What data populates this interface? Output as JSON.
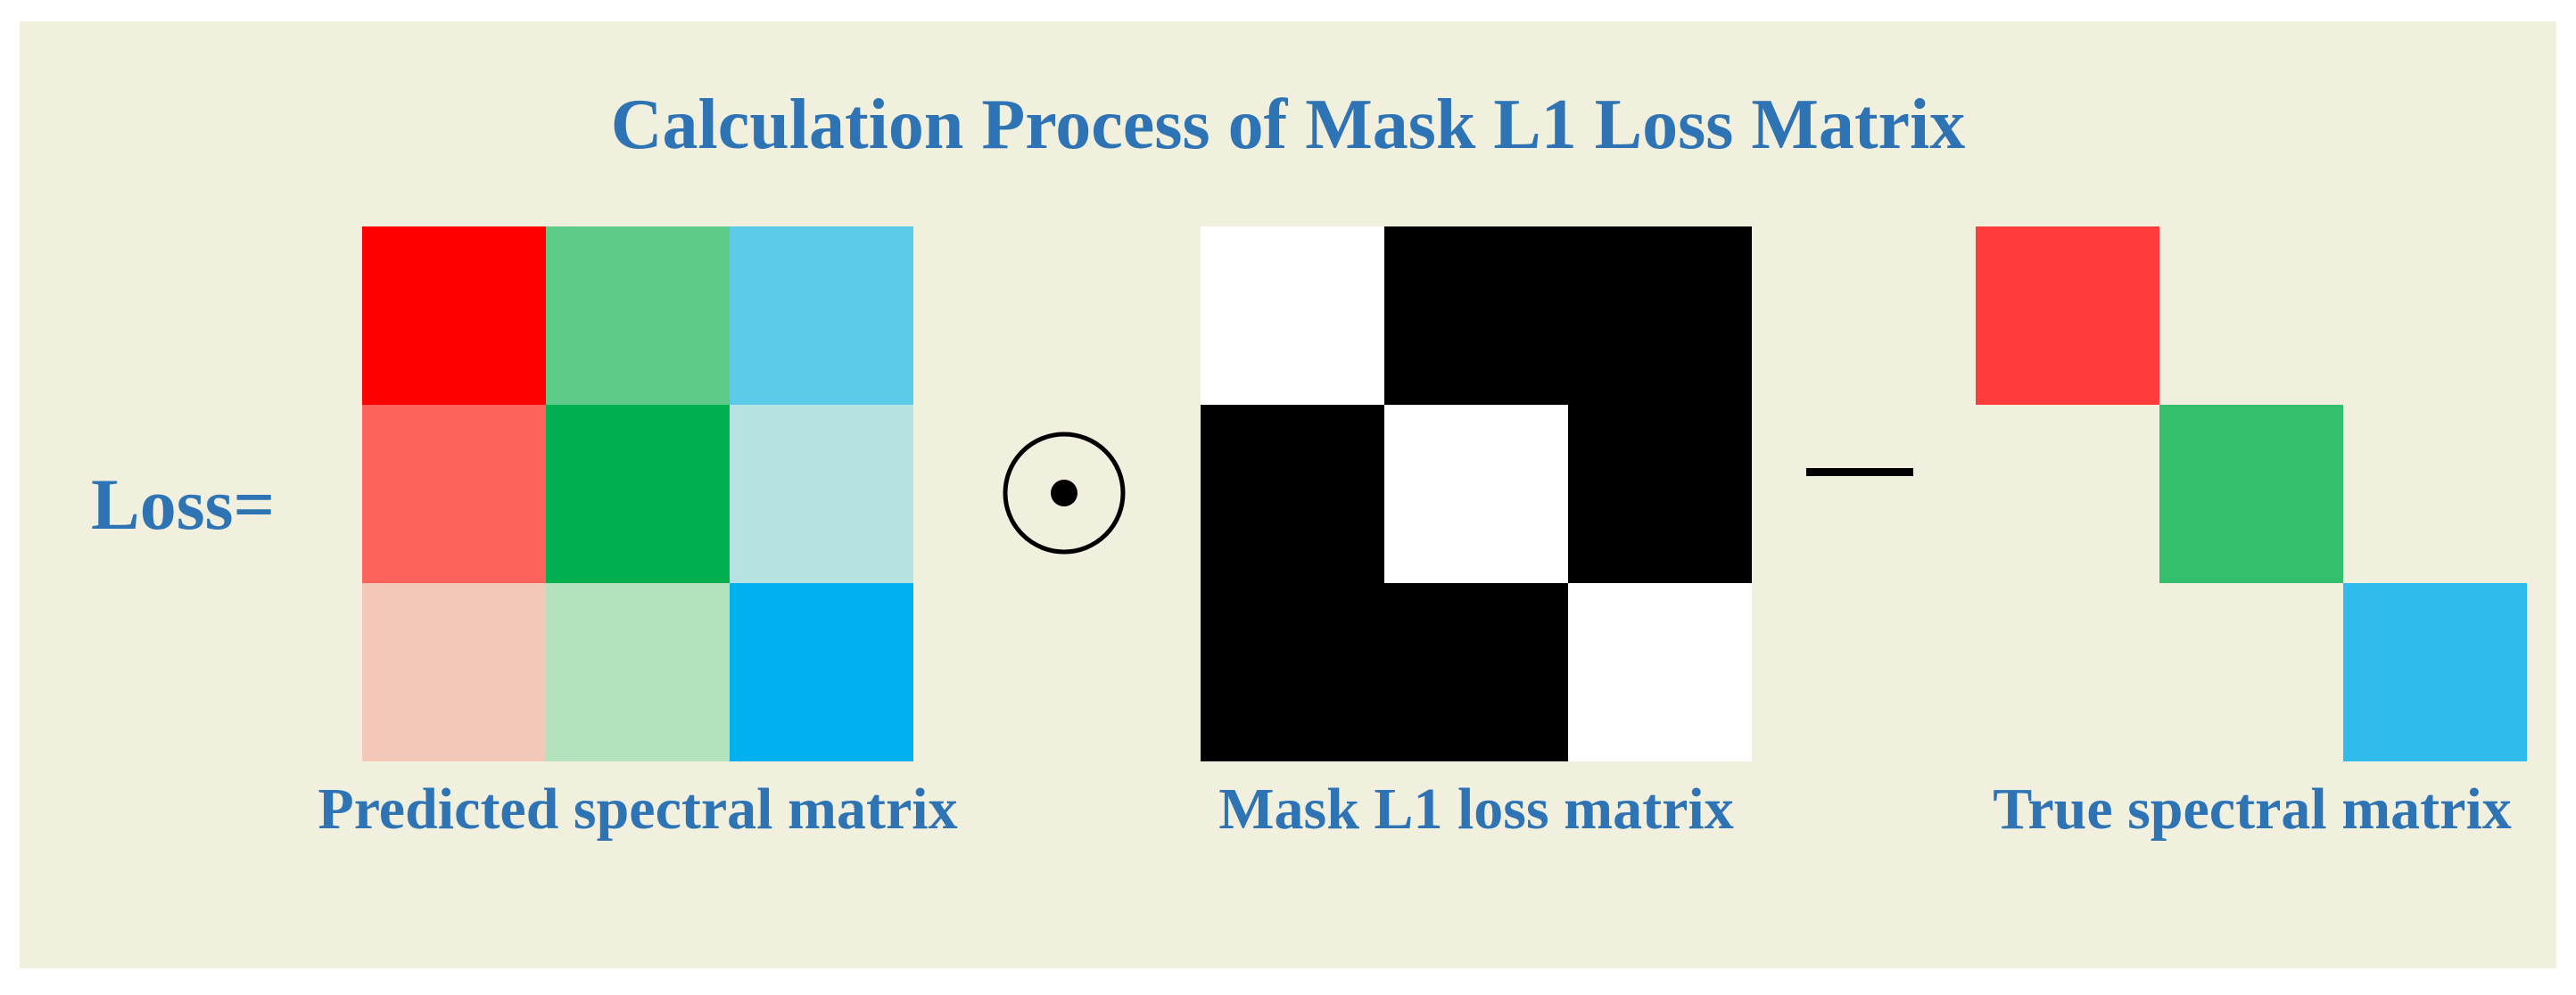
{
  "title": "Calculation Process of Mask L1 Loss Matrix",
  "loss_label": "Loss=",
  "operators": {
    "elementwise_product": "⊙",
    "minus": "—"
  },
  "matrices": {
    "predicted": {
      "caption": "Predicted spectral matrix",
      "cells": [
        "#ff0000",
        "#5fcb88",
        "#5ccbea",
        "#ff625b",
        "#00b050",
        "#b7e2e2",
        "#f4c8b8",
        "#b4e2bc",
        "#00b0f0"
      ]
    },
    "mask": {
      "caption": "Mask L1 loss matrix",
      "cells": [
        "#ffffff",
        "#000000",
        "#000000",
        "#000000",
        "#ffffff",
        "#000000",
        "#000000",
        "#000000",
        "#ffffff"
      ]
    },
    "truth": {
      "caption": "True spectral matrix",
      "cells": [
        "#ff3b3b",
        "transparent",
        "transparent",
        "transparent",
        "#33bf6c",
        "transparent",
        "transparent",
        "transparent",
        "#2fbbeb"
      ]
    }
  }
}
